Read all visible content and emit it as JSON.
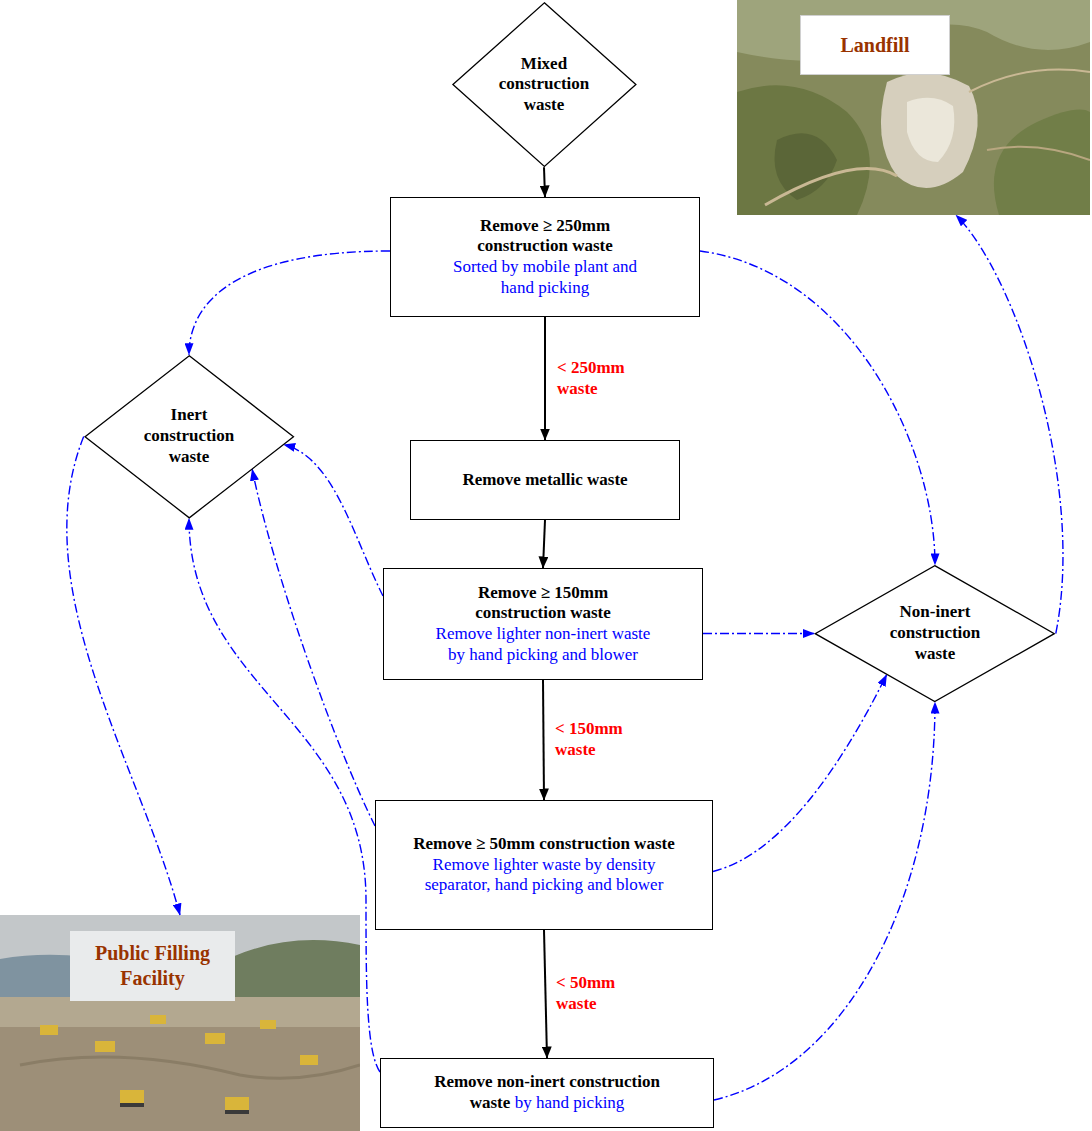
{
  "diagram": {
    "nodes": [
      {
        "text": [
          "Mixed construction waste"
        ]
      },
      {
        "text": [
          "Landfill"
        ]
      },
      {
        "text": [
          "Remove ≥ 250mm construction waste",
          "Sorted by mobile plant and hand picking"
        ]
      },
      {
        "text": [
          "Inert construction waste"
        ]
      },
      {
        "text": [
          "Remove metallic waste"
        ]
      },
      {
        "text": [
          "Remove ≥ 150mm construction waste",
          "Remove lighter non-inert waste by hand picking and blower"
        ]
      },
      {
        "text": [
          "Non-inert construction waste"
        ]
      },
      {
        "text": [
          "Remove ≥ 50mm construction waste",
          "Remove lighter waste by density separator, hand picking and blower"
        ]
      },
      {
        "text": [
          "Public Filling Facility"
        ]
      },
      {
        "text": [
          "Remove non-inert construction waste",
          "by hand picking"
        ]
      }
    ],
    "edges": [
      {
        "from": 0,
        "to": 2,
        "arrow": "to"
      },
      {
        "from": 2,
        "to": 4,
        "arrow": "to",
        "label": "< 250mm waste"
      },
      {
        "from": 4,
        "to": 5,
        "arrow": "to"
      },
      {
        "from": 5,
        "to": 7,
        "arrow": "to",
        "label": "< 150mm waste"
      },
      {
        "from": 7,
        "to": 9,
        "arrow": "to",
        "label": "< 50mm waste"
      },
      {
        "from": 2,
        "to": 3,
        "arrow": "to"
      },
      {
        "from": 2,
        "to": 6,
        "arrow": "to"
      },
      {
        "from": 5,
        "to": 3,
        "arrow": "to"
      },
      {
        "from": 5,
        "to": 6,
        "arrow": "to"
      },
      {
        "from": 7,
        "to": 3,
        "arrow": "to"
      },
      {
        "from": 7,
        "to": 6,
        "arrow": "to"
      },
      {
        "from": 9,
        "to": 3,
        "arrow": "to"
      },
      {
        "from": 9,
        "to": 6,
        "arrow": "to"
      },
      {
        "from": 3,
        "to": 8,
        "arrow": "to"
      },
      {
        "from": 6,
        "to": 1,
        "arrow": "to"
      }
    ]
  }
}
